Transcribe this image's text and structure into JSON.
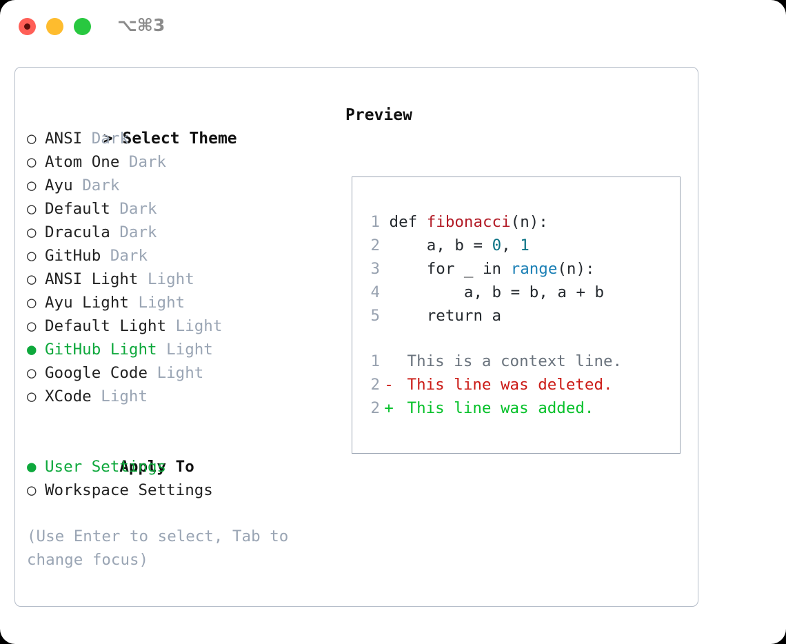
{
  "window": {
    "shortcut": "⌥⌘3",
    "traffic_lights": [
      {
        "name": "close",
        "color": "#ff5f57"
      },
      {
        "name": "minimize",
        "color": "#febc2e"
      },
      {
        "name": "maximize",
        "color": "#28c840"
      }
    ]
  },
  "theme_panel": {
    "header_prompt": "> ",
    "header_label": "Select Theme",
    "marker_selected": "●",
    "marker_unselected": "○",
    "items": [
      {
        "name": "ANSI",
        "tag": "Dark",
        "selected": false
      },
      {
        "name": "Atom One",
        "tag": "Dark",
        "selected": false
      },
      {
        "name": "Ayu",
        "tag": "Dark",
        "selected": false
      },
      {
        "name": "Default",
        "tag": "Dark",
        "selected": false
      },
      {
        "name": "Dracula",
        "tag": "Dark",
        "selected": false
      },
      {
        "name": "GitHub",
        "tag": "Dark",
        "selected": false
      },
      {
        "name": "ANSI Light",
        "tag": "Light",
        "selected": false
      },
      {
        "name": "Ayu Light",
        "tag": "Light",
        "selected": false
      },
      {
        "name": "Default Light",
        "tag": "Light",
        "selected": false
      },
      {
        "name": "GitHub Light",
        "tag": "Light",
        "selected": true
      },
      {
        "name": "Google Code",
        "tag": "Light",
        "selected": false
      },
      {
        "name": "XCode",
        "tag": "Light",
        "selected": false
      }
    ]
  },
  "apply_to": {
    "title": "Apply To",
    "options": [
      {
        "label": "User Settings",
        "selected": true
      },
      {
        "label": "Workspace Settings",
        "selected": false
      }
    ]
  },
  "hint": "(Use Enter to select, Tab to change focus)",
  "preview": {
    "title": "Preview",
    "code_lines": [
      {
        "no": "1",
        "tokens": [
          {
            "t": "def ",
            "k": "plain"
          },
          {
            "t": "fibonacci",
            "k": "func"
          },
          {
            "t": "(n):",
            "k": "plain"
          }
        ]
      },
      {
        "no": "2",
        "tokens": [
          {
            "t": "    a, b = ",
            "k": "plain"
          },
          {
            "t": "0",
            "k": "num"
          },
          {
            "t": ", ",
            "k": "plain"
          },
          {
            "t": "1",
            "k": "num"
          }
        ]
      },
      {
        "no": "3",
        "tokens": [
          {
            "t": "    for _ in ",
            "k": "plain"
          },
          {
            "t": "range",
            "k": "builtin"
          },
          {
            "t": "(n):",
            "k": "plain"
          }
        ]
      },
      {
        "no": "4",
        "tokens": [
          {
            "t": "        a, b = b, a + b",
            "k": "plain"
          }
        ]
      },
      {
        "no": "5",
        "tokens": [
          {
            "t": "    return a",
            "k": "plain"
          }
        ]
      }
    ],
    "diff_lines": [
      {
        "no": "1",
        "sign": " ",
        "text": "This is a context line.",
        "kind": "context"
      },
      {
        "no": "2",
        "sign": "-",
        "text": "This line was deleted.",
        "kind": "deleted"
      },
      {
        "no": "2",
        "sign": "+",
        "text": "This line was added.",
        "kind": "added"
      }
    ]
  },
  "colors": {
    "accent_green": "#0ea83c",
    "muted": "#9aa5b4",
    "panel_border": "#b4bcc8",
    "preview_border": "#9aa4b2",
    "diff_add": "#06c12a",
    "diff_del": "#cb1b16",
    "code_func": "#b31d28",
    "code_builtin": "#1a7fb5",
    "code_num": "#0b7285"
  }
}
